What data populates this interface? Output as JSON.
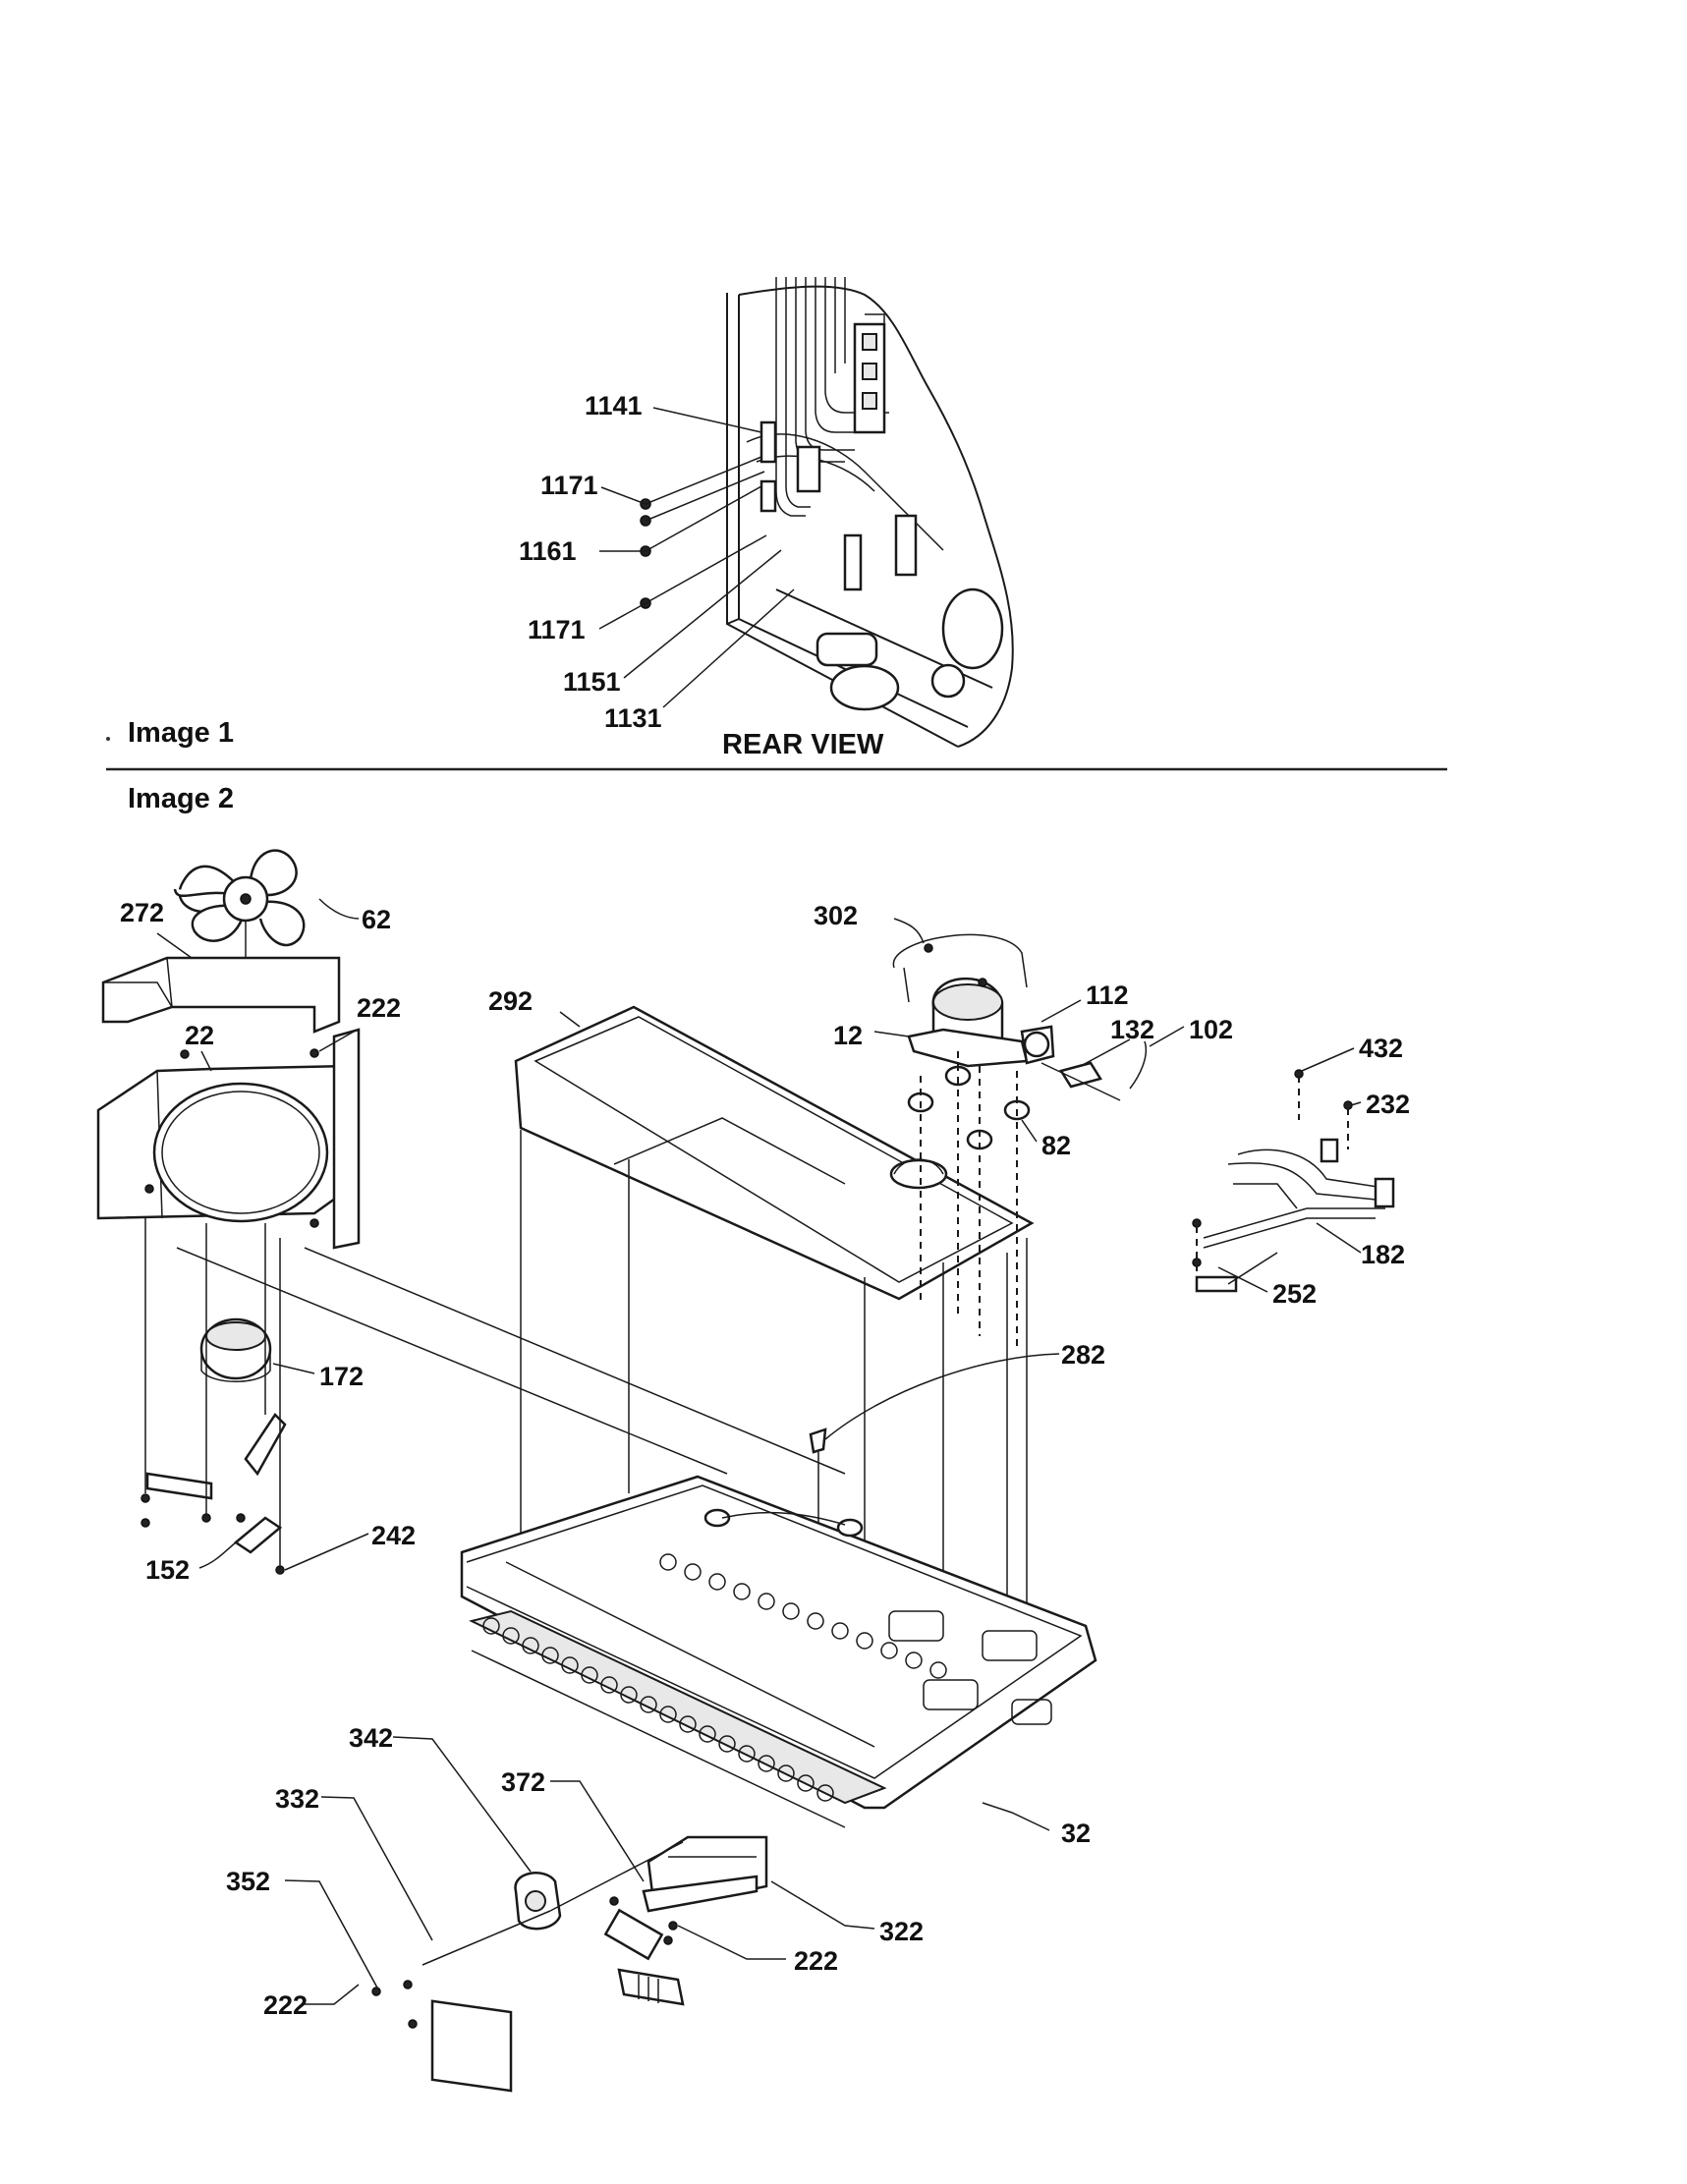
{
  "image1": {
    "caption": "Image 1",
    "view_label": "REAR VIEW",
    "callouts": [
      "1141",
      "1171",
      "1161",
      "1171",
      "1151",
      "1131"
    ]
  },
  "image2": {
    "caption": "Image 2",
    "callouts": [
      "62",
      "272",
      "222",
      "22",
      "292",
      "302",
      "112",
      "12",
      "132",
      "102",
      "82",
      "432",
      "232",
      "182",
      "252",
      "172",
      "282",
      "152",
      "242",
      "342",
      "372",
      "332",
      "352",
      "32",
      "322",
      "222",
      "222"
    ]
  }
}
